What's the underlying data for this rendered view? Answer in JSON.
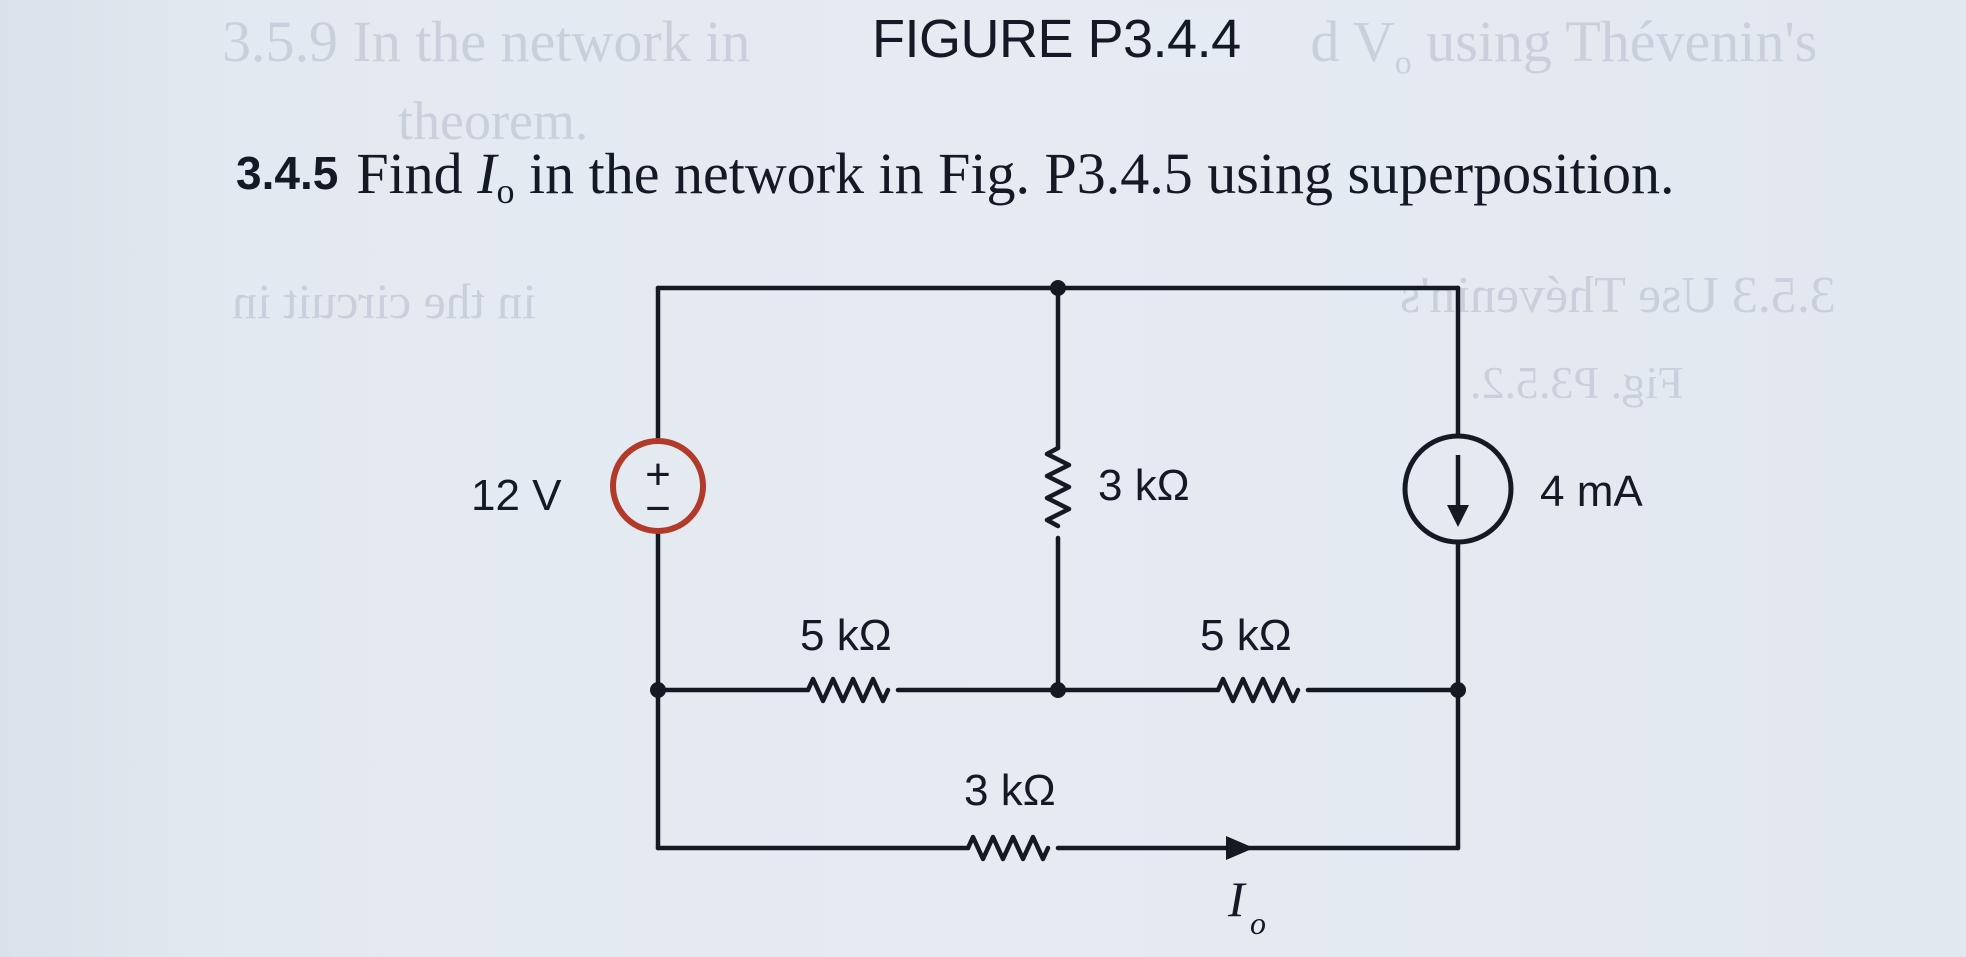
{
  "bleed_through": {
    "top_line_start": "3.5.9 In the network in",
    "top_line_end": "d V",
    "top_line_end_sub": "o",
    "top_line_tail": "using Thévenin's",
    "second_line": "theorem.",
    "left_mirrored": "in the circuit in",
    "right_mirrored": "3.5.3 Use Thévenin's",
    "right_mirrored_2": "Fig. P3.5.2."
  },
  "figure_caption": "FIGURE P3.4.4",
  "problem": {
    "number": "3.4.5",
    "text_before": "Find ",
    "variable": "I",
    "variable_sub": "o",
    "text_after": " in the network in Fig. P3.4.5 using superposition."
  },
  "circuit": {
    "voltage_source": {
      "label": "12 V",
      "plus": "+",
      "minus": "−"
    },
    "current_source": {
      "label": "4 mA"
    },
    "resistor_vertical": {
      "label": "3 kΩ"
    },
    "resistor_left": {
      "label": "5 kΩ"
    },
    "resistor_right": {
      "label": "5 kΩ"
    },
    "resistor_bottom": {
      "label": "3 kΩ"
    },
    "output_current": {
      "symbol": "I",
      "sub": "o"
    },
    "colors": {
      "wire": "#141a24",
      "source_ring": "#b23a2a"
    }
  }
}
